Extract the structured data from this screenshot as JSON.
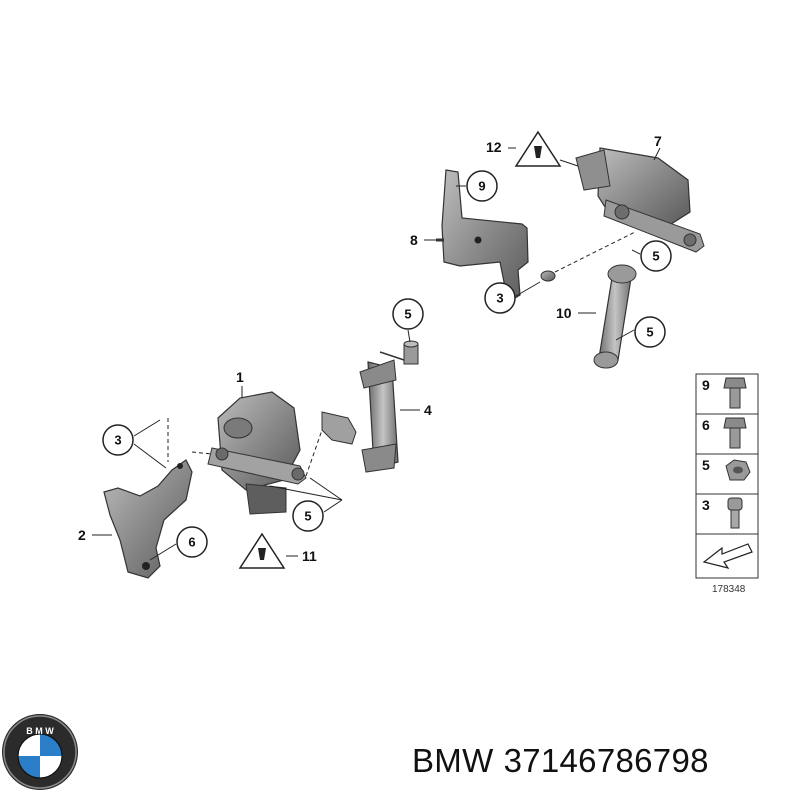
{
  "diagram": {
    "callouts": {
      "c1": "1",
      "c2": "2",
      "c3a": "3",
      "c3b": "3",
      "c4": "4",
      "c5a": "5",
      "c5b": "5",
      "c5c": "5",
      "c5d": "5",
      "c6": "6",
      "c7": "7",
      "c8": "8",
      "c9": "9",
      "c10": "10",
      "c11": "11",
      "c12": "12"
    },
    "legend": {
      "items": [
        {
          "number": "9",
          "part": "bolt-icon"
        },
        {
          "number": "6",
          "part": "bolt-icon"
        },
        {
          "number": "5",
          "part": "nut-icon"
        },
        {
          "number": "3",
          "part": "socket-screw-icon"
        }
      ],
      "reference": "178348"
    }
  },
  "brand": {
    "logo": "bmw-roundel-icon",
    "name": "BMW",
    "part_number": "37146786798"
  },
  "colors": {
    "part_gray": "#7d7d7d",
    "part_dark": "#4d4d4d",
    "line": "#222222",
    "logo_blue": "#2b7fc9"
  }
}
